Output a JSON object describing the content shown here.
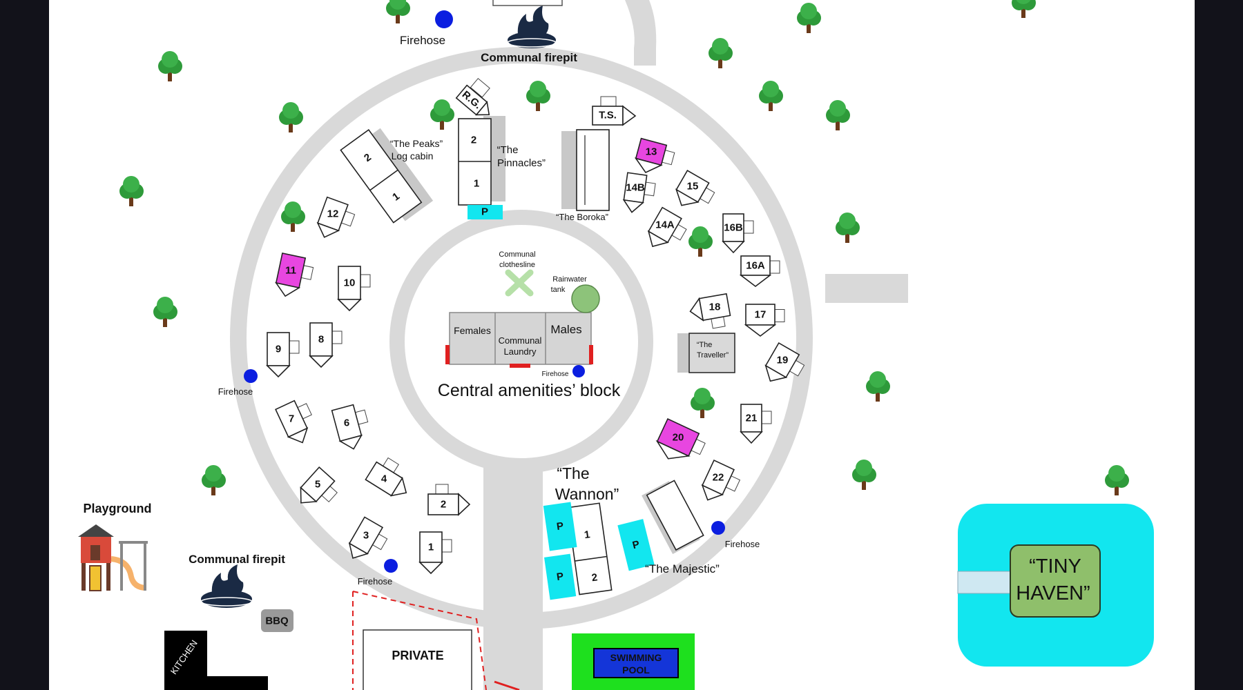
{
  "map": {
    "title": "Central amenities’ block",
    "amenities": {
      "females": "Females",
      "laundry_line1": "Communal",
      "laundry_line2": "Laundry",
      "males": "Males",
      "clothesline_line1": "Communal",
      "clothesline_line2": "clothesline",
      "rainwater_line1": "Rainwater",
      "rainwater_line2": "tank",
      "firehose": "Firehose"
    },
    "labels": {
      "firehose": "Firehose",
      "communal_firepit": "Communal firepit",
      "peaks_line1": "“The Peaks”",
      "peaks_line2": "Log cabin",
      "pinnacles_line1": "“The",
      "pinnacles_line2": "Pinnacles”",
      "boroka": "“The Boroka”",
      "traveller_line1": "“The",
      "traveller_line2": "Traveller”",
      "wannon_line1": "“The",
      "wannon_line2": "Wannon”",
      "majestic": "“The Majestic”",
      "playground": "Playground",
      "bbq": "BBQ",
      "kitchen": "KITCHEN",
      "private": "PRIVATE",
      "swimming_line1": "SWIMMING",
      "swimming_line2": "POOL",
      "tiny_line1": "“TINY",
      "tiny_line2": "HAVEN”",
      "rg": "R.G.",
      "ts": "T.S.",
      "parking": "P"
    },
    "sites": [
      "1",
      "2",
      "3",
      "4",
      "5",
      "6",
      "7",
      "8",
      "9",
      "10",
      "11",
      "12",
      "13",
      "14A",
      "14B",
      "15",
      "16A",
      "16B",
      "17",
      "18",
      "19",
      "20",
      "21",
      "22"
    ],
    "cabin_numbers": {
      "peaks": [
        "2",
        "1"
      ],
      "pinnacles": [
        "2",
        "1"
      ],
      "wannon": [
        "1",
        "2"
      ]
    },
    "colors": {
      "background": "#ffffff",
      "road": "#d9d9d9",
      "tree": "#2e9a3a",
      "firehose": "#0b1ee0",
      "magenta_site": "#e846e0",
      "parking": "#12e6ef",
      "pool_border": "#1ee01e",
      "pool_water": "#1435d8",
      "tiny_haven": "#12e6ef",
      "tiny_cabin": "#8fbf6b",
      "rain_tank": "#8dc37a"
    }
  }
}
